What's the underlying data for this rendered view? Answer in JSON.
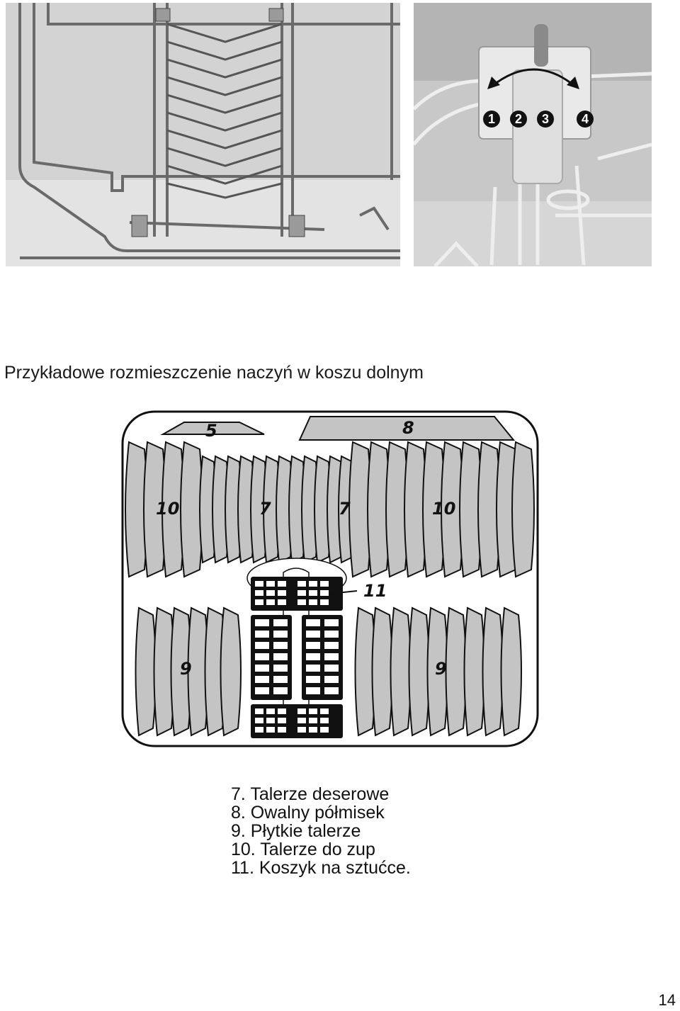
{
  "photo_markers": [
    "1",
    "2",
    "3",
    "4"
  ],
  "caption": "Przykładowe rozmieszczenie naczyń w koszu dolnym",
  "diagram_labels": {
    "plate5": "5",
    "platter8": "8",
    "soup_left": "10",
    "dessert_left": "7",
    "dessert_right": "7",
    "soup_right": "10",
    "cutlery": "11",
    "flat_left": "9",
    "flat_right": "9"
  },
  "legend": [
    "7. Talerze deserowe",
    "8. Owalny półmisek",
    "9. Płytkie talerze",
    "10. Talerze do zup",
    "11. Koszyk na sztućce."
  ],
  "page_number": "14",
  "colors": {
    "plate_fill": "#c4c4c4",
    "outline": "#111111",
    "photo_bg": "#cfcfcf"
  }
}
